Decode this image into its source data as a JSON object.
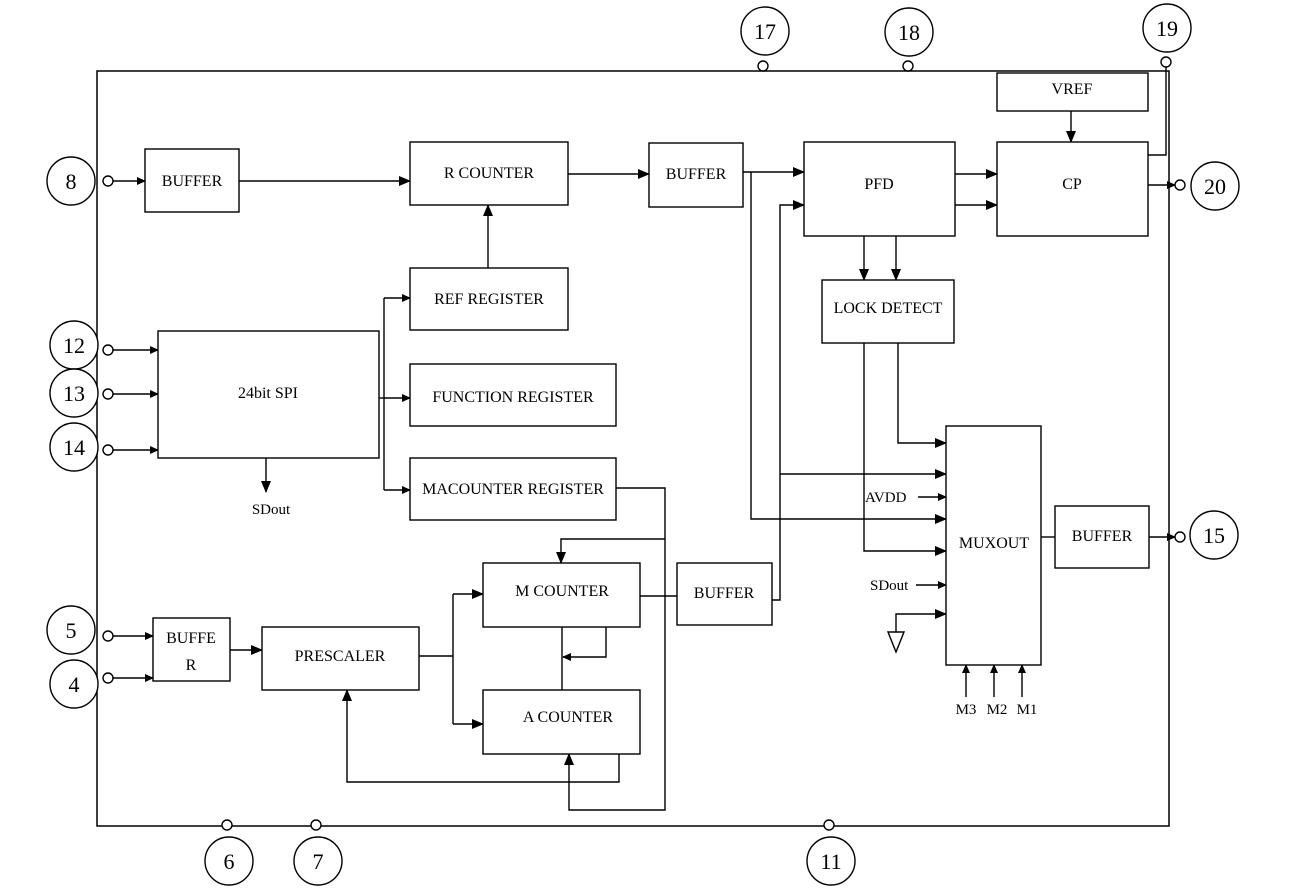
{
  "blocks": {
    "buffer_ref": "BUFFER",
    "r_counter": "R COUNTER",
    "buffer_r": "BUFFER",
    "pfd": "PFD",
    "vref": "VREF",
    "cp": "CP",
    "ref_register": "REF REGISTER",
    "lock_detect": "LOCK DETECT",
    "spi": "24bit SPI",
    "function_register": "FUNCTION REGISTER",
    "macounter_register": "MACOUNTER REGISTER",
    "m_counter": "M COUNTER",
    "buffer_m": "BUFFER",
    "muxout": "MUXOUT",
    "buffer_out": "BUFFER",
    "buffer_in_line1": "BUFFE",
    "buffer_in_line2": "R",
    "prescaler": "PRESCALER",
    "a_counter": "A COUNTER"
  },
  "pins": {
    "p8": "8",
    "p12": "12",
    "p13": "13",
    "p14": "14",
    "p5": "5",
    "p4": "4",
    "p17": "17",
    "p18": "18",
    "p19": "19",
    "p20": "20",
    "p15": "15",
    "p6": "6",
    "p7": "7",
    "p11": "11"
  },
  "signals": {
    "sdout_spi": "SDout",
    "avdd": "AVDD",
    "sdout_mux": "SDout",
    "m3": "M3",
    "m2": "M2",
    "m1": "M1"
  }
}
